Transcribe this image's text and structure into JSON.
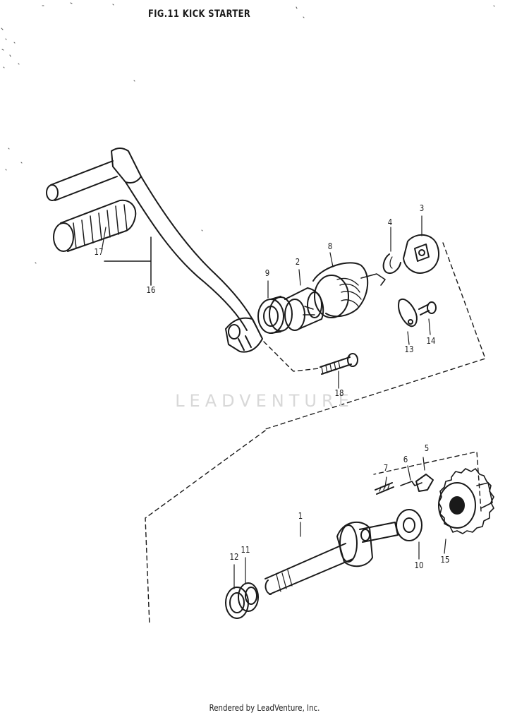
{
  "figure": {
    "title": "FIG.11  KICK STARTER",
    "watermark": "LEADVENTURE",
    "footer": "Rendered by LeadVenture, Inc."
  },
  "callouts": [
    "1",
    "2",
    "3",
    "4",
    "5",
    "6",
    "7",
    "8",
    "9",
    "10",
    "11",
    "12",
    "13",
    "14",
    "15",
    "16",
    "17",
    "18"
  ]
}
